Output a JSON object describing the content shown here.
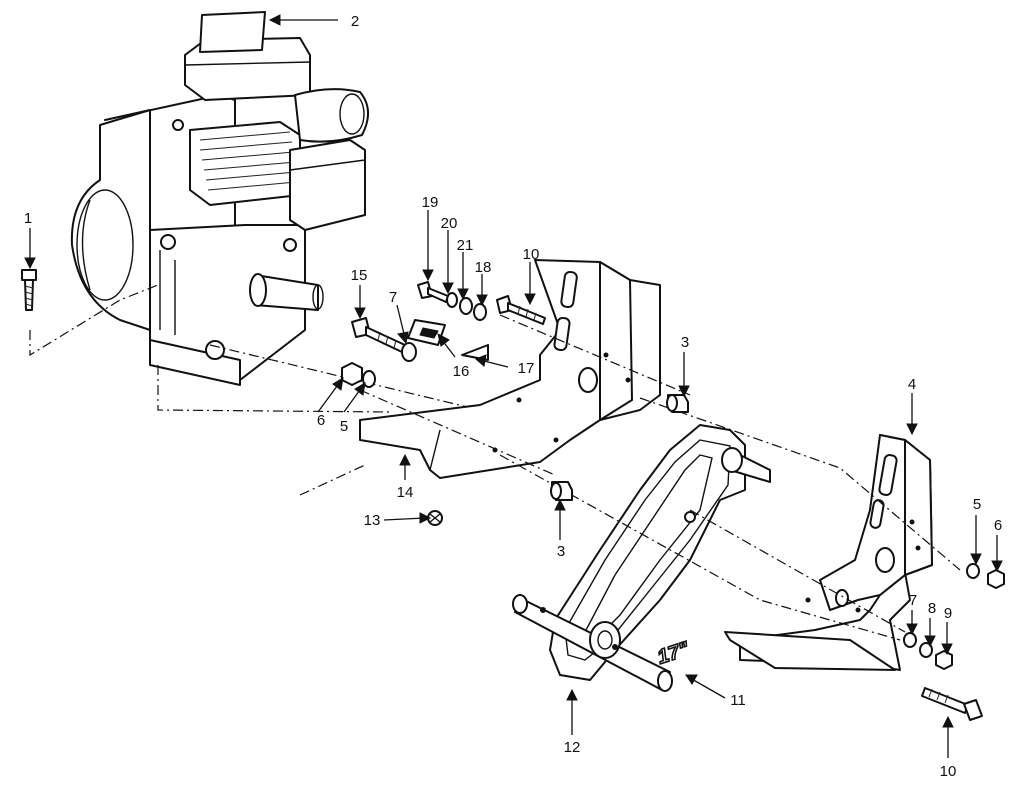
{
  "callouts": [
    {
      "id": "1",
      "label": "1"
    },
    {
      "id": "2",
      "label": "2"
    },
    {
      "id": "19",
      "label": "19"
    },
    {
      "id": "20",
      "label": "20"
    },
    {
      "id": "21",
      "label": "21"
    },
    {
      "id": "18",
      "label": "18"
    },
    {
      "id": "10a",
      "label": "10"
    },
    {
      "id": "15",
      "label": "15"
    },
    {
      "id": "7a",
      "label": "7"
    },
    {
      "id": "16",
      "label": "16"
    },
    {
      "id": "17",
      "label": "17"
    },
    {
      "id": "3a",
      "label": "3"
    },
    {
      "id": "4",
      "label": "4"
    },
    {
      "id": "6a",
      "label": "6"
    },
    {
      "id": "5a",
      "label": "5"
    },
    {
      "id": "14",
      "label": "14"
    },
    {
      "id": "13",
      "label": "13"
    },
    {
      "id": "3b",
      "label": "3"
    },
    {
      "id": "5b",
      "label": "5"
    },
    {
      "id": "6b",
      "label": "6"
    },
    {
      "id": "7b",
      "label": "7"
    },
    {
      "id": "8",
      "label": "8"
    },
    {
      "id": "9",
      "label": "9"
    },
    {
      "id": "11",
      "label": "11"
    },
    {
      "id": "12",
      "label": "12"
    },
    {
      "id": "10b",
      "label": "10"
    }
  ],
  "stamp_text": "17\""
}
